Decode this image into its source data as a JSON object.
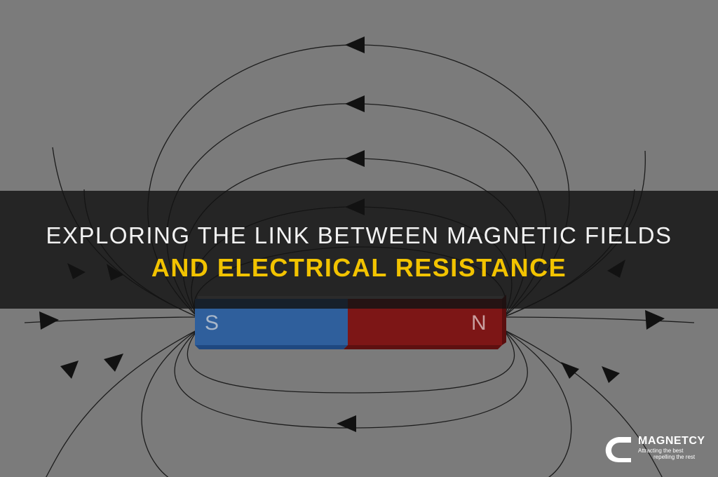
{
  "banner": {
    "line1": "Exploring the link between magnetic fields",
    "line2": "and electrical resistance"
  },
  "magnet": {
    "south_label": "S",
    "north_label": "N",
    "south_color": "#2f5f9c",
    "north_color": "#7d1616"
  },
  "brand": {
    "name": "MAGNETCY",
    "tagline_1": "Attracting the best",
    "tagline_2": "repelling the rest"
  },
  "colors": {
    "background": "#7b7b7b",
    "field_line": "#1a1a1a",
    "title": "#f2f2f2",
    "accent": "#f2c300"
  }
}
